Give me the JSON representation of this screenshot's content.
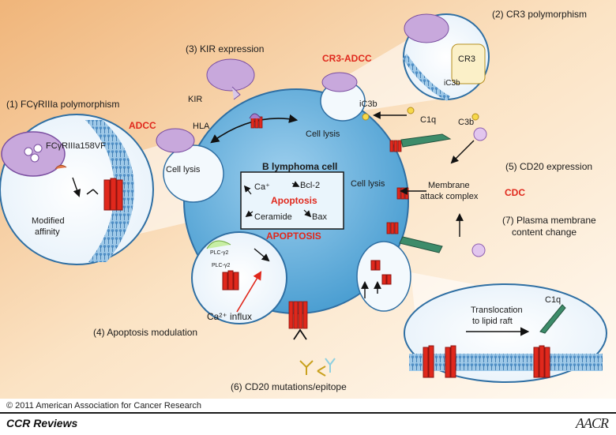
{
  "labels": {
    "fc_polymorphism": "(1) FCγRIIIa polymorphism",
    "cr3_polymorphism": "(2) CR3 polymorphism",
    "kir_expression": "(3) KIR expression",
    "apoptosis_modulation": "(4) Apoptosis modulation",
    "cd20_expression": "(5) CD20 expression",
    "cd20_mutations": "(6) CD20 mutations/epitope",
    "plasma_membrane": "(7) Plasma membrane",
    "plasma_membrane_2": "content change",
    "adcc": "ADCC",
    "cr3_adcc": "CR3-ADCC",
    "cdc": "CDC",
    "apoptosis_title": "APOPTOSIS",
    "cell": "B lymphoma cell",
    "cell_lysis_left": "Cell lysis",
    "cell_lysis_top": "Cell lysis",
    "cell_lysis_right": "Cell lysis",
    "kir": "KIR",
    "hla": "HLA",
    "ic3b": "iC3b",
    "ic3b_inset": "iC3b",
    "cr3": "CR3",
    "c1q": "C1q",
    "c3b": "C3b",
    "c1q_inset": "C1q",
    "mac_1": "Membrane",
    "mac_2": "attack complex",
    "fc_variant": "FCγRIIIa158VF",
    "modified_1": "Modified",
    "modified_2": "affinity",
    "ca_influx": "Ca²⁺ influx",
    "translocation_1": "Translocation",
    "translocation_2": "to lipid raft",
    "box_ca": "Ca⁺",
    "box_bcl2": "Bcl-2",
    "box_apoptosis": "Apoptosis",
    "box_ceramide": "Ceramide",
    "box_bax": "Bax",
    "plc": "PLC-γ2",
    "plc2": "PLC-γ2"
  },
  "footer": {
    "copyright": "© 2011 American Association for Cancer Research",
    "journal": "CCR Reviews",
    "brand": "AACR"
  },
  "colors": {
    "background_top": "#f3c894",
    "background_bottom": "#fff7ec",
    "cell": "#6db2dd",
    "cd20": "#e0281c",
    "nk_cell": "#c8a8dc",
    "c1q": "#3d8c6a",
    "accent_red": "#e0281c"
  }
}
